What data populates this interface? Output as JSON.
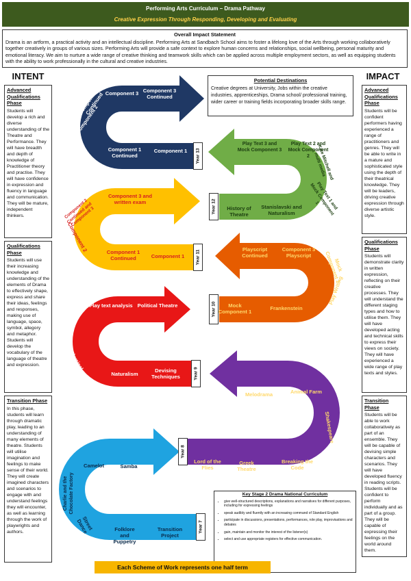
{
  "header": {
    "title": "Performing Arts Curriculum – Drama Pathway",
    "subtitle": "Creative Expression Through Responding, Developing and Evaluating"
  },
  "impact_statement": {
    "title": "Overall Impact Statement",
    "body": "Drama is an artform, a practical activity and an intellectual discipline. Performing Arts at Sandbach School aims to foster a lifelong love of the Arts through working collaboratively together creatively in groups of various sizes. Performing Arts will provide a safe context to explore human concerns and relationships, social wellbeing, personal maturity and emotional literacy. We aim to nurture a wide range of creative thinking and teamwork skills which can be applied across multiple employment sectors, as well as equipping students with the ability to work professionally in the cultural and creative industries."
  },
  "headings": {
    "intent": "INTENT",
    "impact": "IMPACT"
  },
  "intent": [
    {
      "title": "Advanced Qualifications Phase",
      "body": "Students will develop a rich and diverse understanding of the Theatre and Performance. They will have breadth and depth of knowledge of Practitioner theory and practise. They will have confidence in expression and fluency in language and communication. They will be mature, independent thinkers."
    },
    {
      "title": "Qualifications Phase",
      "body": "Students will use their increasing knowledge and understanding of the elements of Drama to effectively shape, express and share their ideas, feelings and responses, making use of language, space, symbol, allegory and metaphor. Students will develop the vocabulary of the language of theatre and expression."
    },
    {
      "title": "Transition Phase",
      "body": "In this phase, students will learn through dramatic play, leading to an understanding of many elements of theatre. Students will utilise imagination and feelings to make sense of their world. They will create imagined characters and scenarios to engage with and understand feelings they will encounter, as well as learning through the work of playwrights and authors."
    }
  ],
  "impact": [
    {
      "title": "Advanced Qualifications Phase",
      "body": "Students will be confident performers having experienced a range of practitioners and genres. They will be able to write in a mature and sophisticated style using the depth of their theatrical knowledge. They will be leaders, driving creative expression through diverse artistic style."
    },
    {
      "title": "Qualifications Phase",
      "body": "Students will demonstrate clarity in written expression, reflecting on their creative processes. They will understand the different staging types and how to utilise them. They will have developed acting and technical skills to express their views on society. They will have experienced a wide range of play texts and styles."
    },
    {
      "title": "Transition Phase",
      "body": "Students will be able to work collaboratively as part of an ensemble. They will be capable of devising simple characters and scenarios. They will have developed fluency in reading scripts. Students will be confident to perform individually and as part of a group. They will be capable of expressing their feelings on the world around them."
    }
  ],
  "destinations": {
    "title": "Potential Destinations",
    "body": "Creative degrees at University, Jobs within the creative industries, apprenticeships, Drama school/ professional training, wider career or training fields incorporating broader skills range."
  },
  "years": {
    "y7": "Year 7",
    "y8": "Year 8",
    "y9": "Year 9",
    "y10": "Year 10",
    "y11": "Year 11",
    "y12": "Year 12",
    "y13": "Year 13"
  },
  "units": {
    "y13": {
      "a": "Component 1",
      "b": "Component 1 Continued",
      "c": "Component 2",
      "d": "Component 2 Continued",
      "e": "Component 3",
      "f": "Component 3 Continued"
    },
    "y12": {
      "a": "History of Theatre",
      "b": "Stanislavski and Naturalism",
      "c": "Play Text 1 and Mock Component 1",
      "d": "Kate Mitchell and multi media",
      "e": "Play Text 2 and Mock Component 2",
      "f": "Play Text 3 and Mock Component 3"
    },
    "y11": {
      "a": "Component 1",
      "b": "Component 1 Continued",
      "c": "Component 2",
      "d": "Component 2 Continued and Component 3",
      "e": "Component 3 and written exam"
    },
    "y10": {
      "a": "Mock Component 1",
      "b": "Frankenstein",
      "c": "Play Writing",
      "d": "Mock Component 2",
      "e": "Component 3 Playscript",
      "f": "Playscript Continued"
    },
    "y9": {
      "a": "Naturalism",
      "b": "Devising Techniques",
      "c": "Physical Theatre",
      "d": "Artaud",
      "e": "Play text analysis",
      "f": "Political Theatre"
    },
    "y8": {
      "a": "Lord of the Flies",
      "b": "Greek Theatre",
      "c": "Breaking the Code",
      "d": "Shakespeare",
      "e": "Animal Farm",
      "f": "Melodrama"
    },
    "y7": {
      "a": "Folklore and Puppetry",
      "b": "Transition Project",
      "c": "Street Dance",
      "d": "Charlie and the Chocolate Factory",
      "e": "Camelot",
      "f": "Samba"
    }
  },
  "ks2": {
    "title": "Key Stage 2 Drama National Curriculum",
    "items": [
      "give well-structured descriptions, explanations and narratives for different purposes, including for expressing feelings",
      "speak audibly and fluently with an increasing command of Standard English",
      "participate in discussions, presentations, performances, role play, improvisations and debates",
      "gain, maintain and monitor the interest of the listener(s)",
      "select and use appropriate registers for effective communication."
    ]
  },
  "footer": "Each Scheme of Work represents one half term",
  "colors": {
    "header": "#3d5a1e",
    "y13": "#1f3864",
    "y12": "#70ad47",
    "y11": "#ffc000",
    "y10": "#e65c00",
    "y9": "#e81717",
    "y8": "#7030a0",
    "y7": "#1fa3e0",
    "footer": "#f7b500"
  }
}
